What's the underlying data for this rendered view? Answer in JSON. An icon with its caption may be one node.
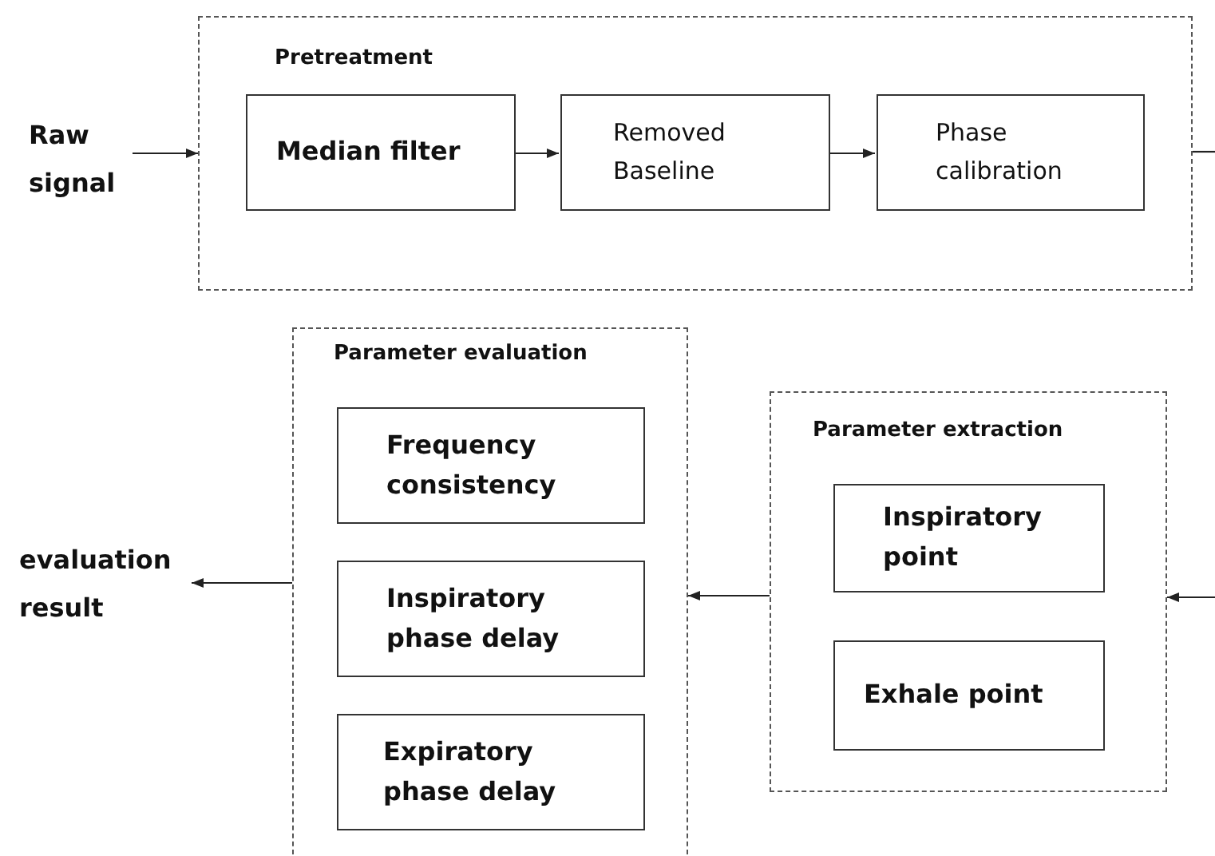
{
  "diagram": {
    "nodes": [
      {
        "text": [
          "Raw signal"
        ]
      },
      {
        "text": [
          "Pretreatment"
        ]
      },
      {
        "text": [
          "Median filter"
        ],
        "in": 1
      },
      {
        "text": [
          "Removed Baseline"
        ],
        "in": 1
      },
      {
        "text": [
          "Phase calibration"
        ],
        "in": 1
      },
      {
        "text": [
          "Parameter evaluation"
        ]
      },
      {
        "text": [
          "Frequency consistency"
        ],
        "in": 5
      },
      {
        "text": [
          "Inspiratory phase delay"
        ],
        "in": 5
      },
      {
        "text": [
          "Expiratory phase delay"
        ],
        "in": 5
      },
      {
        "text": [
          "Parameter extraction"
        ]
      },
      {
        "text": [
          "Inspiratory point"
        ],
        "in": 9
      },
      {
        "text": [
          "Exhale point"
        ],
        "in": 9
      },
      {
        "text": [
          "evaluation result"
        ]
      }
    ],
    "edges": [
      {
        "from": 0,
        "to": 1,
        "arrow": "to"
      },
      {
        "from": 2,
        "to": 3,
        "arrow": "to"
      },
      {
        "from": 3,
        "to": 4,
        "arrow": "to"
      },
      {
        "from": 1,
        "to": null,
        "arrow": "none"
      },
      {
        "from": null,
        "to": 9,
        "arrow": "to"
      },
      {
        "from": 9,
        "to": 5,
        "arrow": "to"
      },
      {
        "from": 5,
        "to": 12,
        "arrow": "to"
      }
    ]
  }
}
